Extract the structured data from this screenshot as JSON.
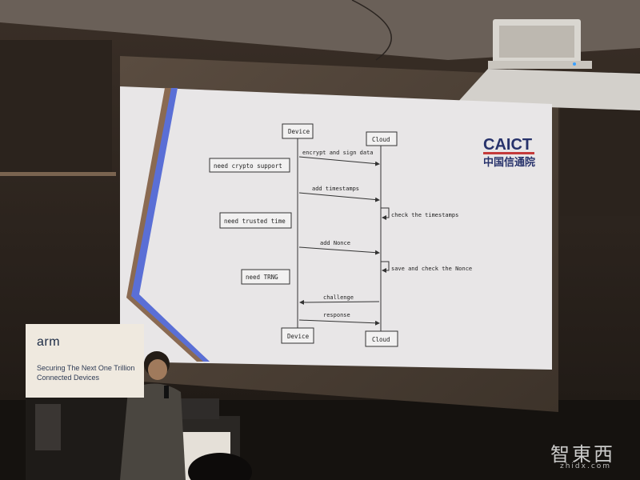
{
  "slide": {
    "logo": {
      "name": "CAICT",
      "subtitle": "中国信通院"
    },
    "diagram": {
      "participants": {
        "left": "Device",
        "right": "Cloud"
      },
      "messages": [
        "encrypt and sign data",
        "add timestamps",
        "add Nonce",
        "challenge",
        "response"
      ],
      "self_calls": [
        "check the timestamps",
        "save and check the Nonce"
      ],
      "notes": [
        "need crypto support",
        "need trusted time",
        "need TRNG"
      ]
    }
  },
  "banner": {
    "brand": "arm",
    "line1": "Securing The Next One Trillion",
    "line2": "Connected Devices"
  },
  "watermark": {
    "chinese": "智東西",
    "url": "zhidx.com"
  },
  "colors": {
    "slide_bg": "#e8e6e7",
    "accent_blue": "#5a6fd6",
    "logo_red": "#c43b3b",
    "logo_navy": "#27326b"
  }
}
